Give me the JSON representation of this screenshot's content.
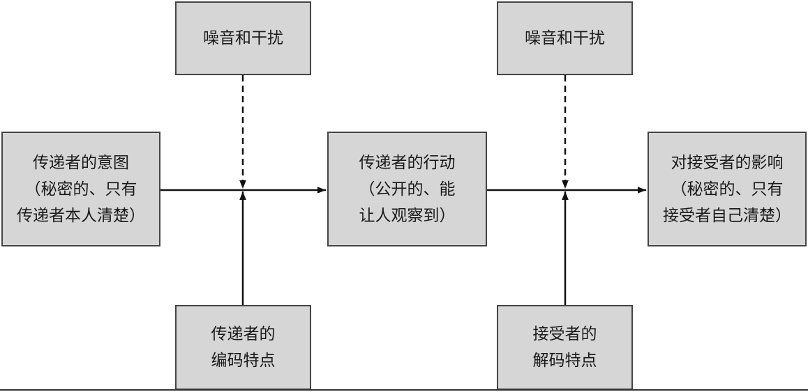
{
  "boxes": {
    "noise_left": {
      "lines": [
        "噪音和干扰"
      ]
    },
    "noise_right": {
      "lines": [
        "噪音和干扰"
      ]
    },
    "sender_intent": {
      "lines": [
        "传递者的意图",
        "（秘密的、只有",
        "传递者本人清楚）"
      ]
    },
    "sender_action": {
      "lines": [
        "传递者的行动",
        "（公开的、能",
        "让人观察到）"
      ]
    },
    "receiver_effect": {
      "lines": [
        "对接受者的影响",
        "（秘密的、只有",
        "接受者自己清楚）"
      ]
    },
    "sender_encoding": {
      "lines": [
        "传递者的",
        "编码特点"
      ]
    },
    "receiver_decoding": {
      "lines": [
        "接受者的",
        "解码特点"
      ]
    }
  },
  "colors": {
    "box_fill": "#d6d6d6",
    "box_border": "#444444",
    "arrow": "#111111",
    "text": "#1a1a1a"
  }
}
